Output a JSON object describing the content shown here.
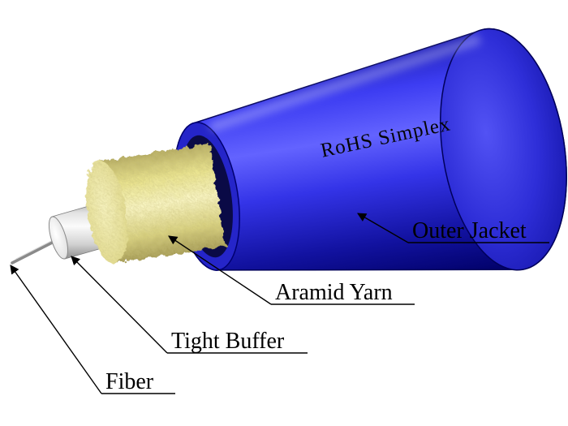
{
  "diagram": {
    "cable_print": "RoHS Simplex",
    "callouts": {
      "outer_jacket": {
        "label": "Outer Jacket"
      },
      "aramid_yarn": {
        "label": "Aramid Yarn"
      },
      "tight_buffer": {
        "label": "Tight Buffer"
      },
      "fiber": {
        "label": "Fiber"
      }
    },
    "colors": {
      "jacket_blue": "#2b2be0",
      "jacket_dark": "#000070",
      "jacket_hole": "#0a0a46",
      "opening_ring": "#2525c9",
      "yarn_yellow": "#f0ebaa",
      "buffer_white": "#f2f2f2",
      "fiber_gray": "#8a8a8a",
      "line_black": "#000000",
      "background": "#ffffff"
    }
  }
}
